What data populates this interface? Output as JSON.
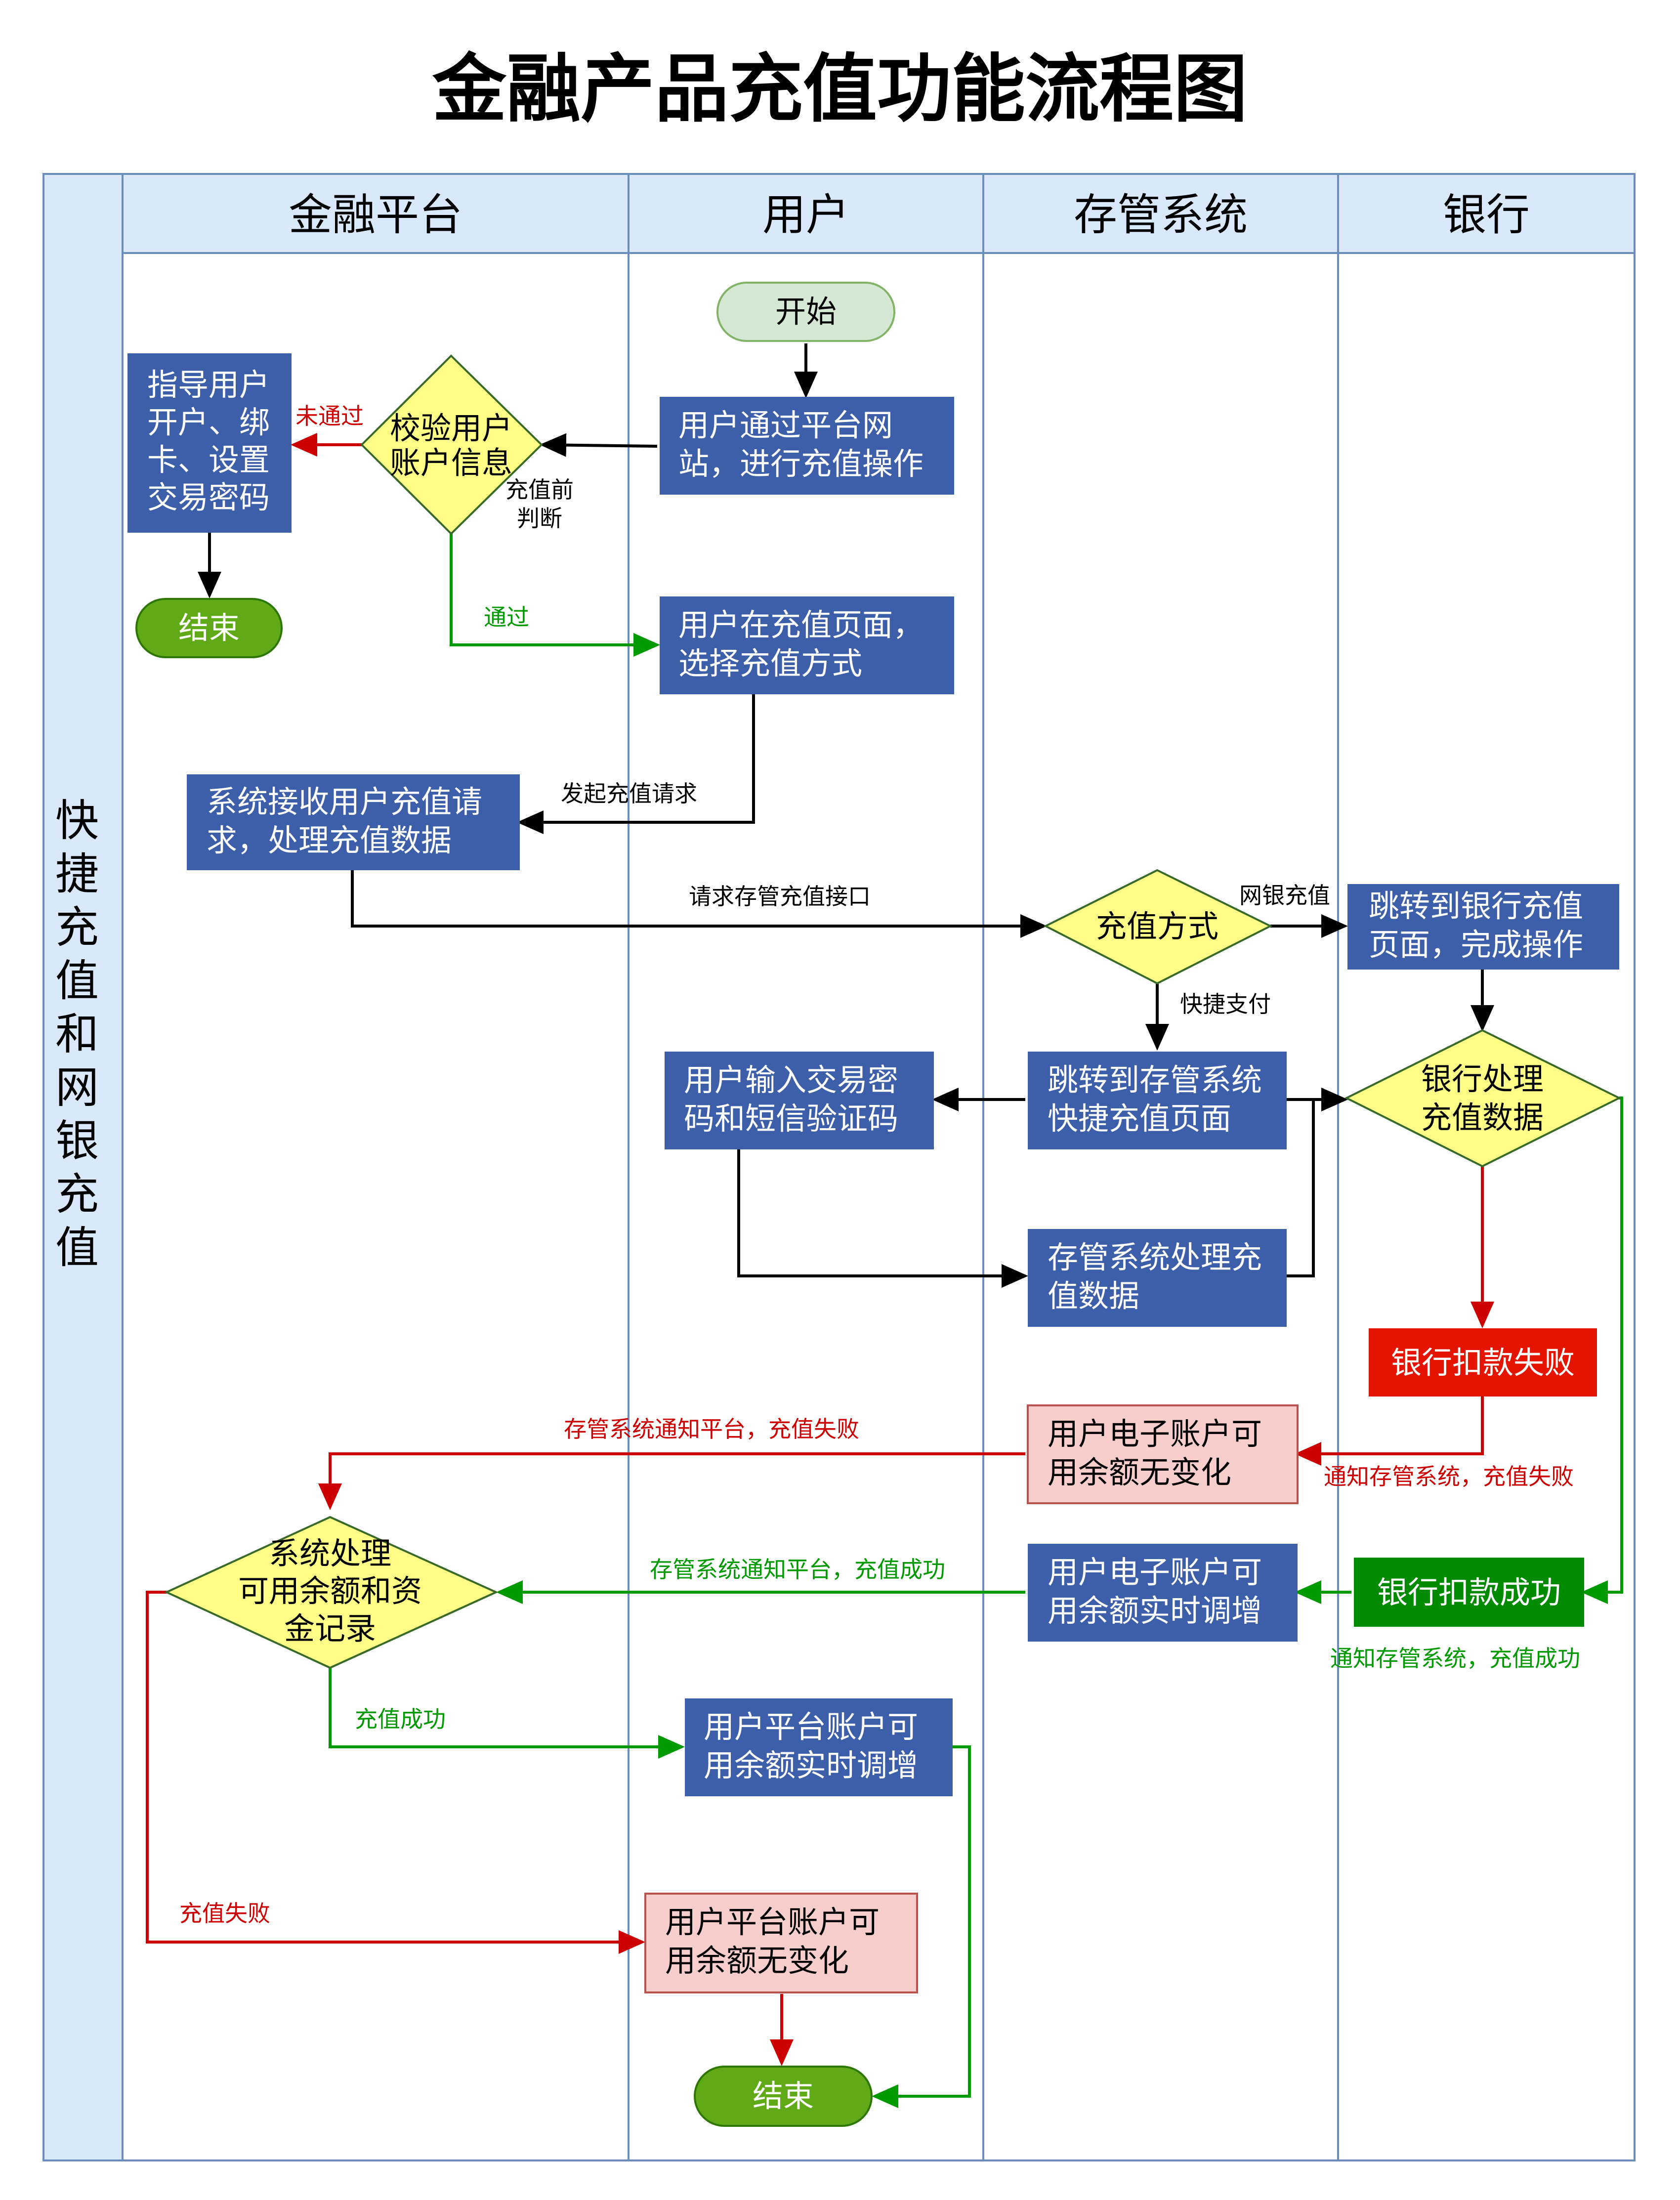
{
  "title": "金融产品充值功能流程图",
  "pool": {
    "label": "快捷充值和网银充值"
  },
  "lanes": [
    "金融平台",
    "用户",
    "存管系统",
    "银行"
  ],
  "colors": {
    "blue_box": "#3d5ea8",
    "decision": "#ffff88",
    "decision_border": "#3a6a2a",
    "start": "#d5e8d4",
    "start_border": "#82b366",
    "end": "#60a917",
    "end_border": "#2d7600",
    "fail_red": "#e51400",
    "success_green": "#008a00",
    "pink": "#f8cecc",
    "pink_border": "#b85450",
    "header_bg": "#dae8fc",
    "lane_border": "#6c8ebf",
    "arrow_black": "#000000",
    "arrow_red": "#cc0000",
    "arrow_green": "#009900"
  },
  "nodes": {
    "start": "开始",
    "user_recharge": [
      "用户通过平台网",
      "站，进行充值操作"
    ],
    "verify": [
      "校验用户",
      "账户信息"
    ],
    "guide": [
      "指导用户",
      "开户、绑",
      "卡、设置",
      "交易密码"
    ],
    "end_left": "结束",
    "choose_method": [
      "用户在充值页面，",
      "选择充值方式"
    ],
    "receive": [
      "系统接收用户充值请",
      "求，处理充值数据"
    ],
    "method": "充值方式",
    "jump_bank": [
      "跳转到银行充值",
      "页面，完成操作"
    ],
    "jump_custody": [
      "跳转到存管系统",
      "快捷充值页面"
    ],
    "input_pwd": [
      "用户输入交易密",
      "码和短信验证码"
    ],
    "custody_process": [
      "存管系统处理充",
      "值数据"
    ],
    "bank_process": [
      "银行处理",
      "充值数据"
    ],
    "bank_fail": "银行扣款失败",
    "acct_unchanged": [
      "用户电子账户可",
      "用余额无变化"
    ],
    "bank_success": "银行扣款成功",
    "acct_increase": [
      "用户电子账户可",
      "用余额实时调增"
    ],
    "sys_process": [
      "系统处理",
      "可用余额和资",
      "金记录"
    ],
    "platform_increase": [
      "用户平台账户可",
      "用余额实时调增"
    ],
    "platform_unchanged": [
      "用户平台账户可",
      "用余额无变化"
    ],
    "end_bottom": "结束"
  },
  "edge_labels": {
    "not_passed": "未通过",
    "pre_check": [
      "充值前",
      "判断"
    ],
    "passed": "通过",
    "initiate": "发起充值请求",
    "request_api": "请求存管充值接口",
    "netbank": "网银充值",
    "quick_pay": "快捷支付",
    "notify_fail_platform": "存管系统通知平台，充值失败",
    "notify_fail_custody": "通知存管系统，充值失败",
    "notify_success_platform": "存管系统通知平台，充值成功",
    "notify_success_custody": "通知存管系统，充值成功",
    "recharge_success": "充值成功",
    "recharge_fail": "充值失败"
  }
}
